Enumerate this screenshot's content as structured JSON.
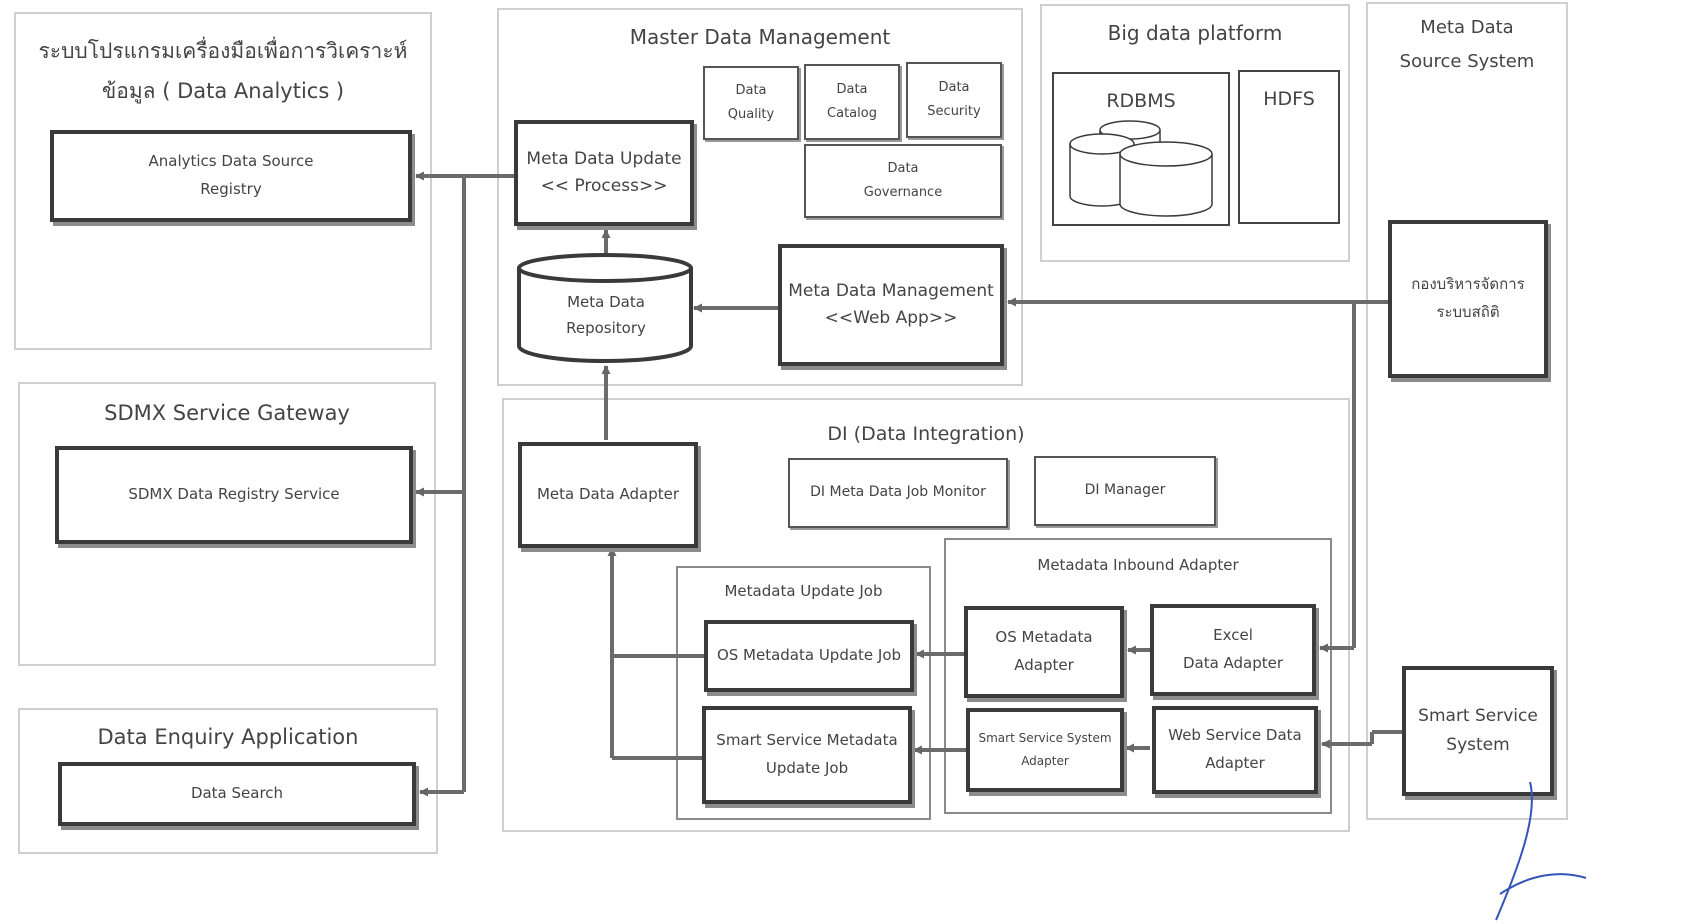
{
  "analytics": {
    "title_line1": "ระบบโปรแกรมเครื่องมือเพื่อการวิเคราะห์",
    "title_line2": "ข้อมูล ( Data Analytics )",
    "registry_line1": "Analytics Data Source",
    "registry_line2": "Registry"
  },
  "sdmx": {
    "title": "SDMX Service Gateway",
    "service": "SDMX Data Registry Service"
  },
  "enquiry": {
    "title": "Data Enquiry Application",
    "search": "Data Search"
  },
  "mdm": {
    "title": "Master Data Management",
    "update_line1": "Meta Data Update",
    "update_line2": "<< Process>>",
    "quality_line1": "Data",
    "quality_line2": "Quality",
    "catalog_line1": "Data",
    "catalog_line2": "Catalog",
    "security_line1": "Data",
    "security_line2": "Security",
    "governance_line1": "Data",
    "governance_line2": "Governance",
    "repo_line1": "Meta Data",
    "repo_line2": "Repository",
    "webapp_line1": "Meta Data Management",
    "webapp_line2": "<<Web App>>"
  },
  "bigdata": {
    "title": "Big data platform",
    "rdbms": "RDBMS",
    "hdfs": "HDFS"
  },
  "source": {
    "title_line1": "Meta Data",
    "title_line2": "Source System",
    "stat_line1": "กองบริหารจัดการ",
    "stat_line2": "ระบบสถิติ",
    "smart_line1": "Smart Service",
    "smart_line2": "System"
  },
  "di": {
    "title": "DI (Data Integration)",
    "adapter": "Meta Data Adapter",
    "job_monitor": "DI Meta Data Job Monitor",
    "manager": "DI Manager",
    "update_job_group": "Metadata Update Job",
    "os_update_job": "OS Metadata Update Job",
    "smart_update_line1": "Smart Service Metadata",
    "smart_update_line2": "Update Job",
    "inbound_group": "Metadata Inbound Adapter",
    "os_adapter_line1": "OS Metadata",
    "os_adapter_line2": "Adapter",
    "excel_line1": "Excel",
    "excel_line2": "Data Adapter",
    "smart_sys_line1": "Smart Service System",
    "smart_sys_line2": "Adapter",
    "ws_line1": "Web Service Data",
    "ws_line2": "Adapter"
  },
  "colors": {
    "line": "#6b6b6b",
    "border": "#3a3a3a",
    "panel_border": "#cfcfcf"
  }
}
